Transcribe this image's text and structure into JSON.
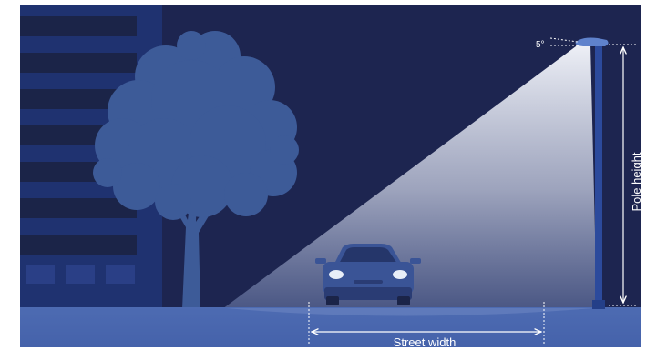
{
  "labels": {
    "tilt_angle": "5°",
    "pole_height": "Pole height",
    "street_width": "Street width"
  },
  "colors": {
    "night_sky": "#1d2550",
    "building": "#1f3270",
    "window": "#1b2448",
    "tree": "#3d5b98",
    "ground": "#4a68b0",
    "light_beam": "#d8dcea",
    "pole": "#2c4a9c",
    "lamp_head": "#5f82cc",
    "car_body": "#3a5496",
    "headlight": "#e8eef8",
    "label_text": "#ffffff"
  }
}
